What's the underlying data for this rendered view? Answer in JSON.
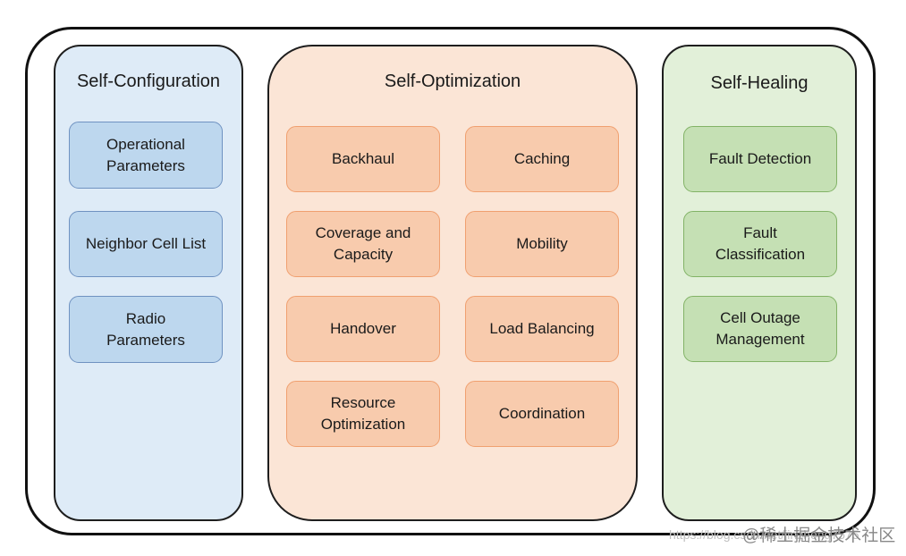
{
  "panels": {
    "self_configuration": {
      "title": "Self-Configuration",
      "items": [
        "Operational\nParameters",
        "Neighbor Cell List",
        "Radio\nParameters"
      ]
    },
    "self_optimization": {
      "title": "Self-Optimization",
      "items": [
        "Backhaul",
        "Caching",
        "Coverage and\nCapacity",
        "Mobility",
        "Handover",
        "Load Balancing",
        "Resource\nOptimization",
        "Coordination"
      ]
    },
    "self_healing": {
      "title": "Self-Healing",
      "items": [
        "Fault Detection",
        "Fault\nClassification",
        "Cell Outage\nManagement"
      ]
    }
  },
  "watermark": {
    "text": "@稀土掘金技术社区",
    "url": "https://blog.csdn.net/jinzheng7575"
  },
  "colors": {
    "config_bg": "#deebf7",
    "config_box": "#bdd7ee",
    "optim_bg": "#fbe5d6",
    "optim_box": "#f8cbad",
    "heal_bg": "#e2f0d9",
    "heal_box": "#c5e0b4"
  }
}
